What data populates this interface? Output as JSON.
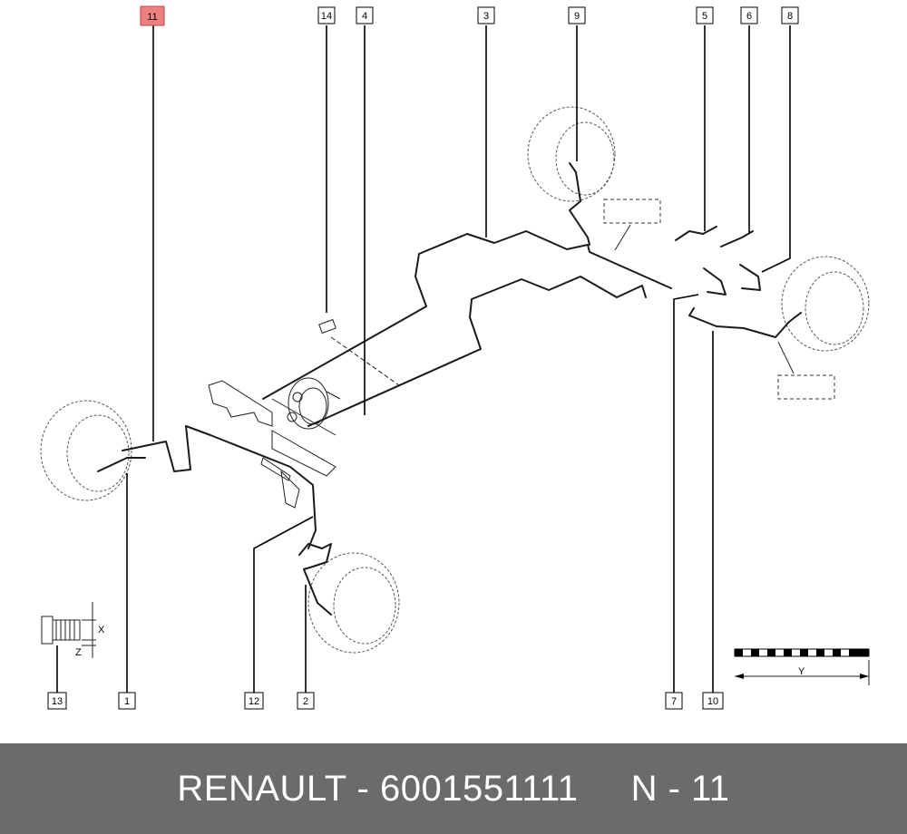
{
  "footer": {
    "text": "RENAULT - 6001551111     N - 11"
  },
  "labels": {
    "l11": "11",
    "l14": "14",
    "l4": "4",
    "l3": "3",
    "l9": "9",
    "l5": "5",
    "l6": "6",
    "l8": "8",
    "l13": "13",
    "l1": "1",
    "l12": "12",
    "l2": "2",
    "l7": "7",
    "l10": "10"
  },
  "dimensions": {
    "x": "X",
    "z": "Z",
    "y": "Y"
  },
  "colors": {
    "highlight": "#f08080",
    "footer_bg": "#6b6b6b"
  }
}
